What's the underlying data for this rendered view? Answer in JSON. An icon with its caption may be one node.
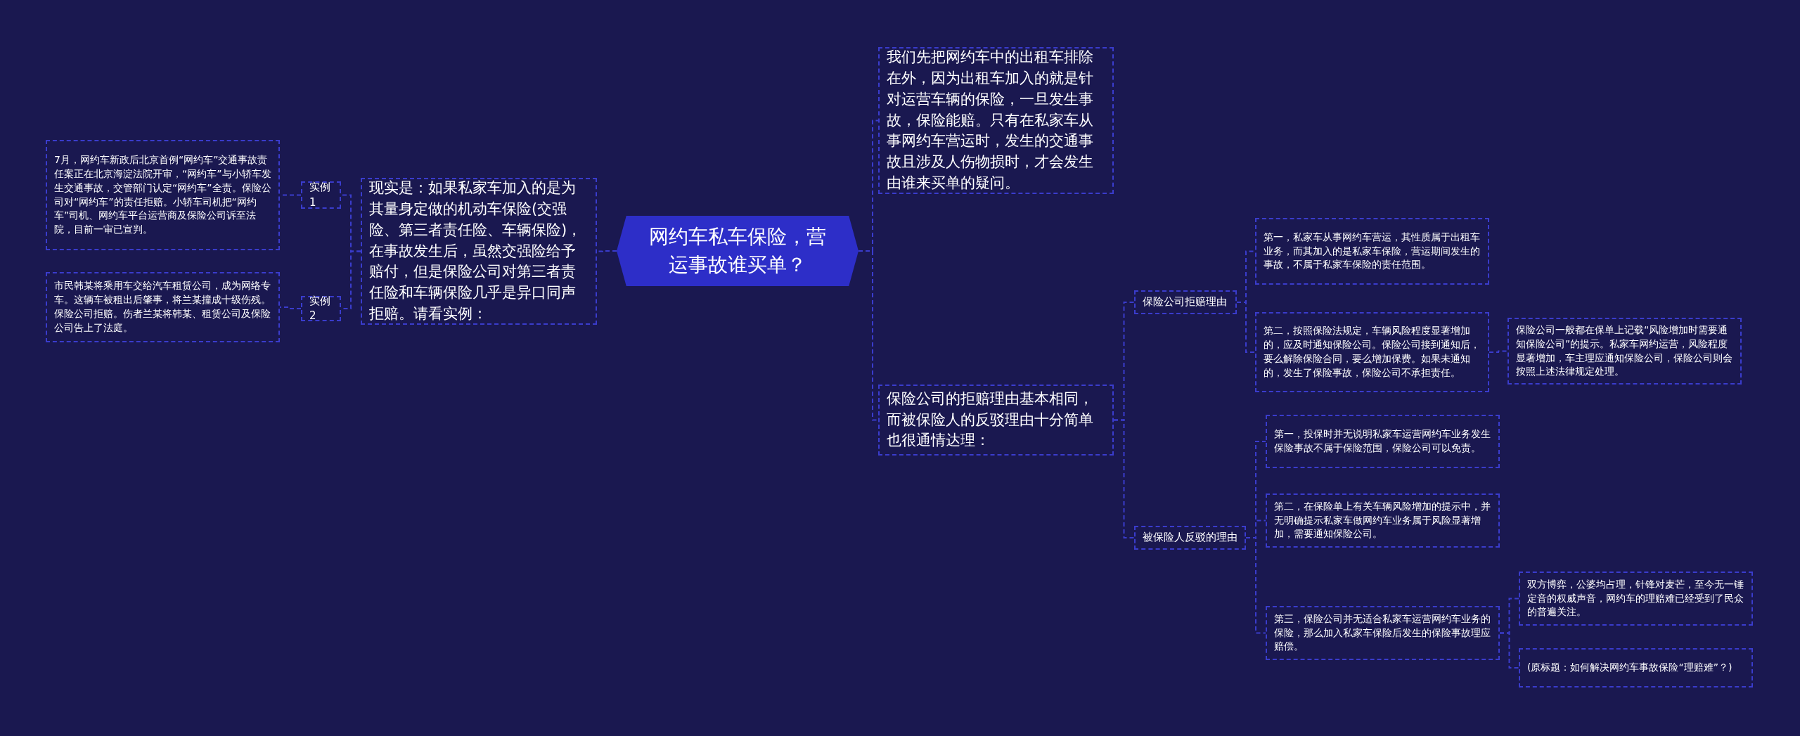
{
  "diagram": {
    "nodes": [
      {
        "text": [
          "网约车私车保险，营运事故谁买单？"
        ]
      },
      {
        "text": [
          "现实是：如果私家车加入的是为其量身定做的机动车保险(交强险、第三者责任险、车辆保险)，在事故发生后，虽然交强险给予赔付，但是保险公司对第三者责任险和车辆保险几乎是异口同声拒赔。请看实例："
        ]
      },
      {
        "text": [
          "实例1"
        ]
      },
      {
        "text": [
          "7月，网约车新政后北京首例“网约车”交通事故责任案正在北京海淀法院开审，“网约车”与小轿车发生交通事故，交管部门认定“网约车”全责。保险公司对“网约车”的责任拒赔。小轿车司机把“网约车”司机、网约车平台运营商及保险公司诉至法院，目前一审已宣判。"
        ]
      },
      {
        "text": [
          "实例2"
        ]
      },
      {
        "text": [
          "市民韩某将乘用车交给汽车租赁公司，成为网络专车。这辆车被租出后肇事，将兰某撞成十级伤残。保险公司拒赔。伤者兰某将韩某、租赁公司及保险公司告上了法庭。"
        ]
      },
      {
        "text": [
          "我们先把网约车中的出租车排除在外，因为出租车加入的就是针对运营车辆的保险，一旦发生事故，保险能赔。只有在私家车从事网约车营运时，发生的交通事故且涉及人伤物损时，才会发生由谁来买单的疑问。"
        ]
      },
      {
        "text": [
          "保险公司的拒赔理由基本相同，而被保险人的反驳理由十分简单也很通情达理："
        ]
      },
      {
        "text": [
          "保险公司拒赔理由"
        ]
      },
      {
        "text": [
          "第一，私家车从事网约车营运，其性质属于出租车业务，而其加入的是私家车保险，营运期间发生的事故，不属于私家车保险的责任范围。"
        ]
      },
      {
        "text": [
          "第二，按照保险法规定，车辆风险程度显著增加的，应及时通知保险公司。保险公司接到通知后，要么解除保险合同，要么增加保费。如果未通知的，发生了保险事故，保险公司不承担责任。"
        ]
      },
      {
        "text": [
          "保险公司一般都在保单上记载“风险增加时需要通知保险公司”的提示。私家车网约运营，风险程度显著增加，车主理应通知保险公司，保险公司则会按照上述法律规定处理。"
        ]
      },
      {
        "text": [
          "被保险人反驳的理由"
        ]
      },
      {
        "text": [
          "第一，投保时并无说明私家车运营网约车业务发生保险事故不属于保险范围，保险公司可以免责。"
        ]
      },
      {
        "text": [
          "第二，在保险单上有关车辆风险增加的提示中，并无明确提示私家车做网约车业务属于风险显著增加，需要通知保险公司。"
        ]
      },
      {
        "text": [
          "第三，保险公司并无适合私家车运营网约车业务的保险，那么加入私家车保险后发生的保险事故理应赔偿。"
        ]
      },
      {
        "text": [
          "双方博弈，公婆均占理，针锋对麦芒，至今无一锤定音的权威声音，网约车的理赔难已经受到了民众的普遍关注。"
        ]
      },
      {
        "text": [
          "(原标题：如何解决网约车事故保险“理赔难”？)"
        ]
      }
    ],
    "edges": [
      {
        "from": 0,
        "to": 1,
        "arrow": "none"
      },
      {
        "from": 1,
        "to": 2,
        "arrow": "none"
      },
      {
        "from": 2,
        "to": 3,
        "arrow": "none"
      },
      {
        "from": 1,
        "to": 4,
        "arrow": "none"
      },
      {
        "from": 4,
        "to": 5,
        "arrow": "none"
      },
      {
        "from": 0,
        "to": 6,
        "arrow": "none"
      },
      {
        "from": 0,
        "to": 7,
        "arrow": "none"
      },
      {
        "from": 7,
        "to": 8,
        "arrow": "none"
      },
      {
        "from": 8,
        "to": 9,
        "arrow": "none"
      },
      {
        "from": 8,
        "to": 10,
        "arrow": "none"
      },
      {
        "from": 10,
        "to": 11,
        "arrow": "none"
      },
      {
        "from": 7,
        "to": 12,
        "arrow": "none"
      },
      {
        "from": 12,
        "to": 13,
        "arrow": "none"
      },
      {
        "from": 12,
        "to": 14,
        "arrow": "none"
      },
      {
        "from": 12,
        "to": 15,
        "arrow": "none"
      },
      {
        "from": 15,
        "to": 16,
        "arrow": "none"
      },
      {
        "from": 15,
        "to": 17,
        "arrow": "none"
      }
    ]
  }
}
